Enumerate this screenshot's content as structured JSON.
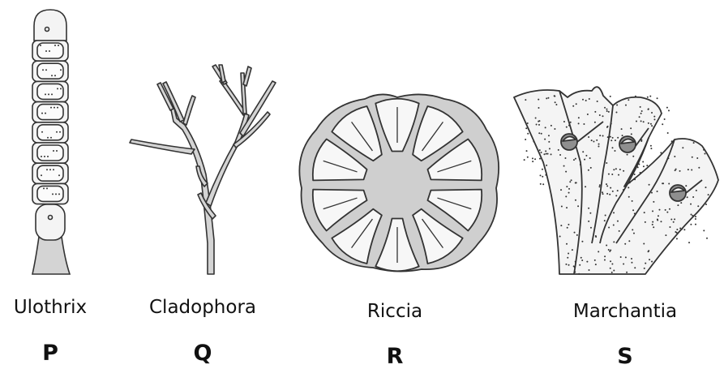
{
  "organisms": [
    {
      "name": "Ulothrix",
      "letter": "P"
    },
    {
      "name": "Cladophora",
      "letter": "Q"
    },
    {
      "name": "Riccia",
      "letter": "R"
    },
    {
      "name": "Marchantia",
      "letter": "S"
    }
  ],
  "colors": {
    "stroke": "#333333",
    "fill_light": "#f4f4f4",
    "fill_mid": "#d4d4d4",
    "fill_dark": "#9e9e9e"
  }
}
